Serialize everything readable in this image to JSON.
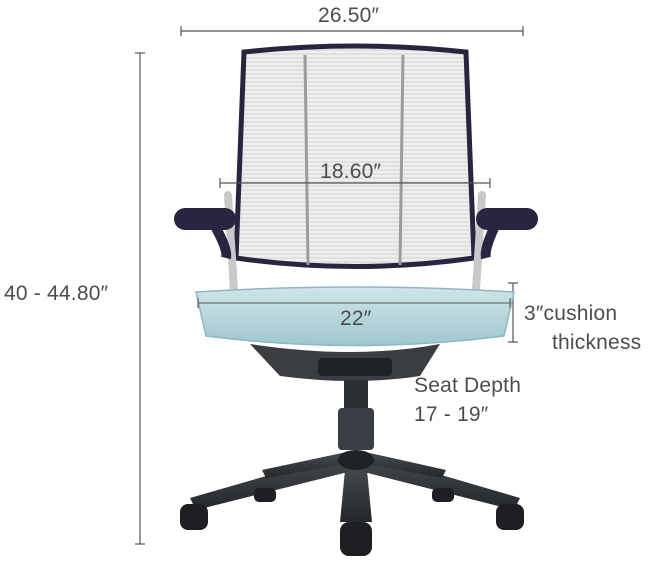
{
  "dimensions": {
    "overall_width": "26.50″",
    "backrest_width": "18.60″",
    "overall_height": "40 - 44.80″",
    "seat_width": "22″",
    "cushion_value": "3″",
    "cushion_label_1": "cushion",
    "cushion_label_2": "thickness",
    "seat_depth_label": "Seat Depth",
    "seat_depth_value": "17 - 19″"
  },
  "colors": {
    "mesh": "#e6e6e6",
    "frame": "#2a2440",
    "seat": "#b7d7dc",
    "base": "#2f3236",
    "dimension_line": "#555555"
  },
  "icons": [
    "office-chair-image"
  ]
}
